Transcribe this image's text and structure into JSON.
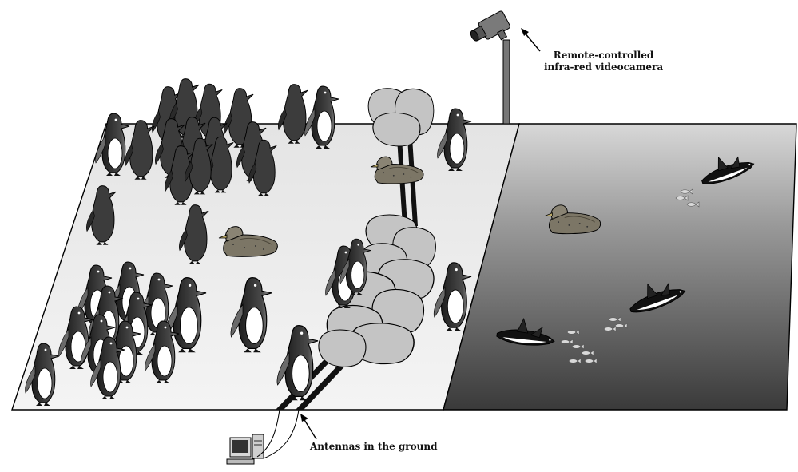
{
  "labels": {
    "camera_line1": "Remote-controlled",
    "camera_line2": "infra-red videocamera",
    "antennas": "Antennas in the ground"
  },
  "colors": {
    "land": "#e6e6e6",
    "sea_top": "#d4d4d4",
    "sea_bottom": "#3c3c3c",
    "outline": "#000000",
    "rock": "#c2c2c2",
    "penguin_dark": "#3a3a3a",
    "penguin_belly": "#ffffff",
    "petrel": "#7a7464",
    "pole": "#777777"
  },
  "icons": {
    "camera": "videocamera-icon",
    "computer": "computer-icon",
    "penguin": "king-penguin",
    "petrel": "giant-petrel",
    "fish": "fish",
    "rock": "rock-cluster"
  }
}
